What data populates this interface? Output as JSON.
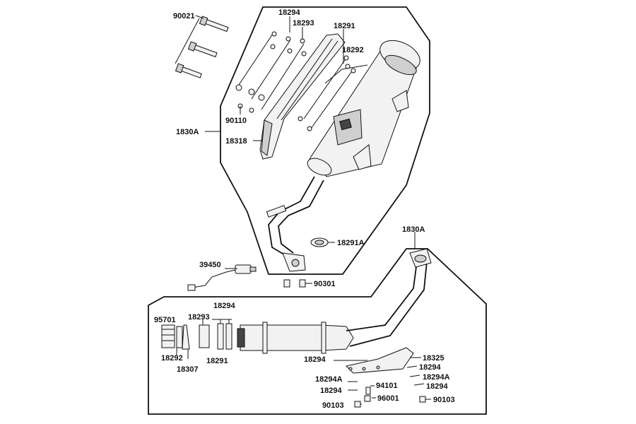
{
  "labels": {
    "l90021": "90021",
    "l18294a": "18294",
    "l18293a": "18293",
    "l18291a": "18291",
    "l18292a": "18292",
    "l90110": "90110",
    "l1830Aa": "1830A",
    "l18318": "18318",
    "l18291A": "18291A",
    "l1830Ab": "1830A",
    "l39450": "39450",
    "l90301": "90301",
    "l18294b": "18294",
    "l18293b": "18293",
    "l95701": "95701",
    "l18292b": "18292",
    "l18307": "18307",
    "l18291b": "18291",
    "l18294c": "18294",
    "l18325": "18325",
    "l18294d": "18294",
    "l18294Aa": "18294A",
    "l18294Ab": "18294A",
    "l94101": "94101",
    "l18294e": "18294",
    "l18294f": "18294",
    "l96001": "96001",
    "l90103a": "90103",
    "l90103b": "90103"
  }
}
